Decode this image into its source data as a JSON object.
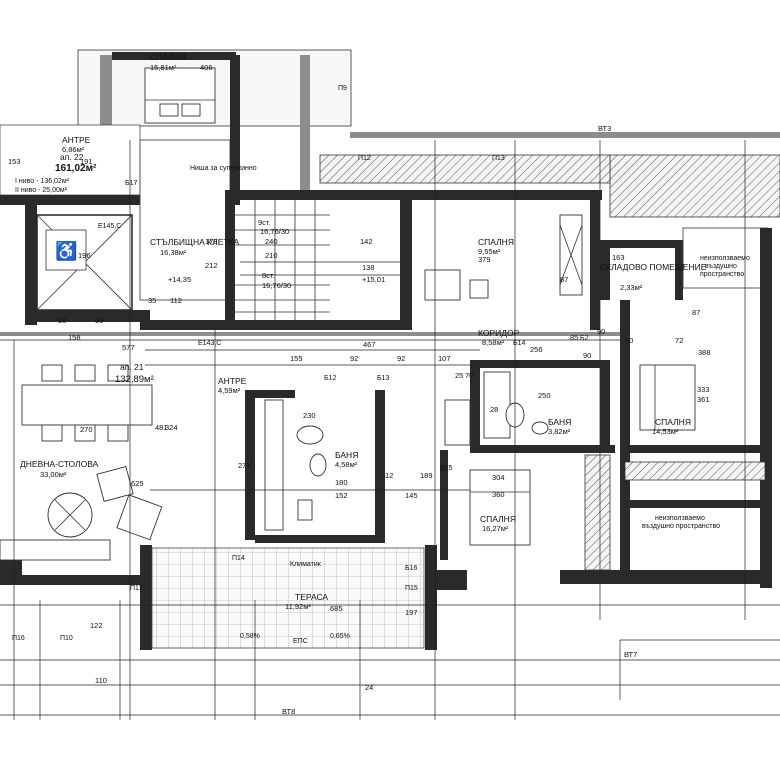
{
  "rooms": [
    {
      "id": "bedroom-top",
      "name": "СПАЛНЯ",
      "area": "15,81м²"
    },
    {
      "id": "apt22-antre",
      "name": "АНТРЕ",
      "area": "6,86м²"
    },
    {
      "id": "stair",
      "name": "СТЪЛБИЩНА КЛЕТКА",
      "area": "16,38м²"
    },
    {
      "id": "bedroom-a",
      "name": "СПАЛНЯ",
      "area": "9,55м²"
    },
    {
      "id": "storage",
      "name": "СКЛАДОВО ПОМЕЩЕНИЕ",
      "area": "2,33м²"
    },
    {
      "id": "corridor",
      "name": "КОРИДОР",
      "area": "8,58м²"
    },
    {
      "id": "antre21",
      "name": "АНТРЕ",
      "area": "4,59м²"
    },
    {
      "id": "living",
      "name": "ДНЕВНА-СТОЛОВА",
      "area": "33,00м²"
    },
    {
      "id": "bath-a",
      "name": "БАНЯ",
      "area": "4,58м²"
    },
    {
      "id": "bath-b",
      "name": "БАНЯ",
      "area": "3,82м²"
    },
    {
      "id": "bedroom-b",
      "name": "СПАЛНЯ",
      "area": "14,53м²"
    },
    {
      "id": "bedroom-c",
      "name": "СПАЛНЯ",
      "area": "16,27м²"
    },
    {
      "id": "terrace",
      "name": "ТЕРАСА",
      "area": "11,92м²"
    }
  ],
  "apartments": {
    "apt22": {
      "label": "ап. 22",
      "total": "161,02м²",
      "level1": "I ниво - 136,02м²",
      "level2": "II ниво - 25,00м²"
    },
    "apt21": {
      "label": "ап. 21",
      "total": "132,89м²"
    }
  },
  "notes": {
    "unused_air_top": [
      "неизползваемо",
      "въздушно",
      "пространство"
    ],
    "unused_air_bottom": [
      "неизползваемо",
      "въздушно пространство"
    ],
    "stair_upper": "9ст.",
    "stair_upper_size": "16,76/30",
    "stair_lower": "8ст.",
    "stair_lower_size": "16,76/30",
    "level_a": "+14,35",
    "level_b": "+15,01",
    "closet": "Ниша за суперкинно",
    "aircon": "Климатик",
    "slope1": "0,58%",
    "slope2": "0,65%",
    "gutter": "ЕПС"
  },
  "axes": [
    "ВТ3",
    "ВТ7",
    "ВТ8",
    "Б12",
    "Б13",
    "Б14",
    "Б15",
    "Б16",
    "Б17",
    "Б2",
    "Е143,С",
    "Е145,С",
    "П9",
    "П10",
    "П11",
    "П12",
    "П13",
    "П14",
    "П15",
    "П16"
  ],
  "dims": {
    "d467": "467",
    "d155": "155",
    "d92": "92",
    "d92b": "92",
    "d107": "107",
    "d70": "70",
    "d25": "25",
    "d577": "577",
    "d158": "158",
    "d50": "50",
    "d90": "90",
    "d256": "256",
    "d388": "388",
    "d72": "72",
    "d333": "333",
    "d361": "361",
    "d250": "250",
    "d304": "304",
    "d360": "360",
    "d180": "180",
    "d152": "152",
    "d12": "12",
    "d145": "145",
    "d189": "189",
    "d685": "685",
    "d197": "197",
    "d110": "110",
    "d122": "122",
    "d240": "240",
    "d142": "142",
    "d212": "212",
    "d196": "196",
    "d178": "178",
    "d210": "210",
    "d379": "379",
    "d163": "163",
    "d87": "87",
    "d625": "625",
    "d481": "481",
    "d324": "324",
    "d270": "270",
    "d406": "406",
    "d153": "153",
    "d191": "191",
    "d138": "138",
    "d35": "35",
    "d112": "112",
    "d271": "271",
    "d230": "230",
    "d87b": "87",
    "d24": "24",
    "d85": "85",
    "d98": "98",
    "d56": "56",
    "d28": "28",
    "d90b": "90"
  }
}
